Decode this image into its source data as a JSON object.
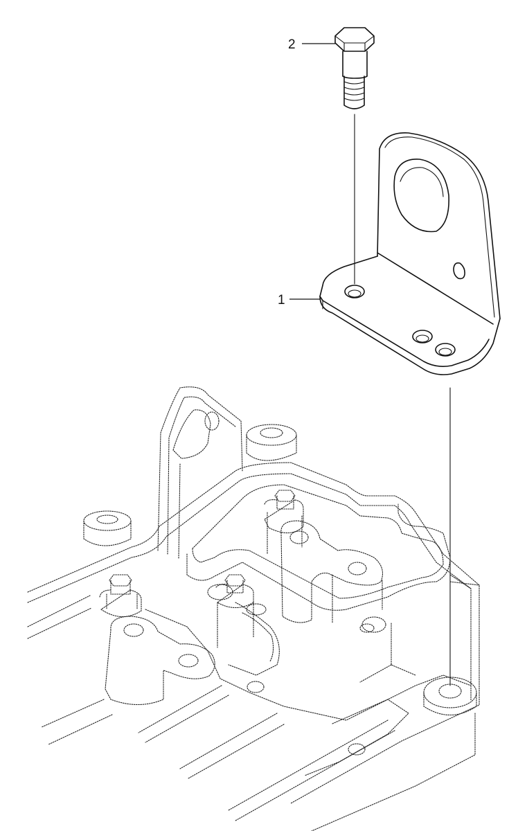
{
  "callouts": [
    {
      "id": "1",
      "label": "1"
    },
    {
      "id": "2",
      "label": "2"
    }
  ],
  "colors": {
    "ink": "#111111",
    "background": "#ffffff"
  }
}
